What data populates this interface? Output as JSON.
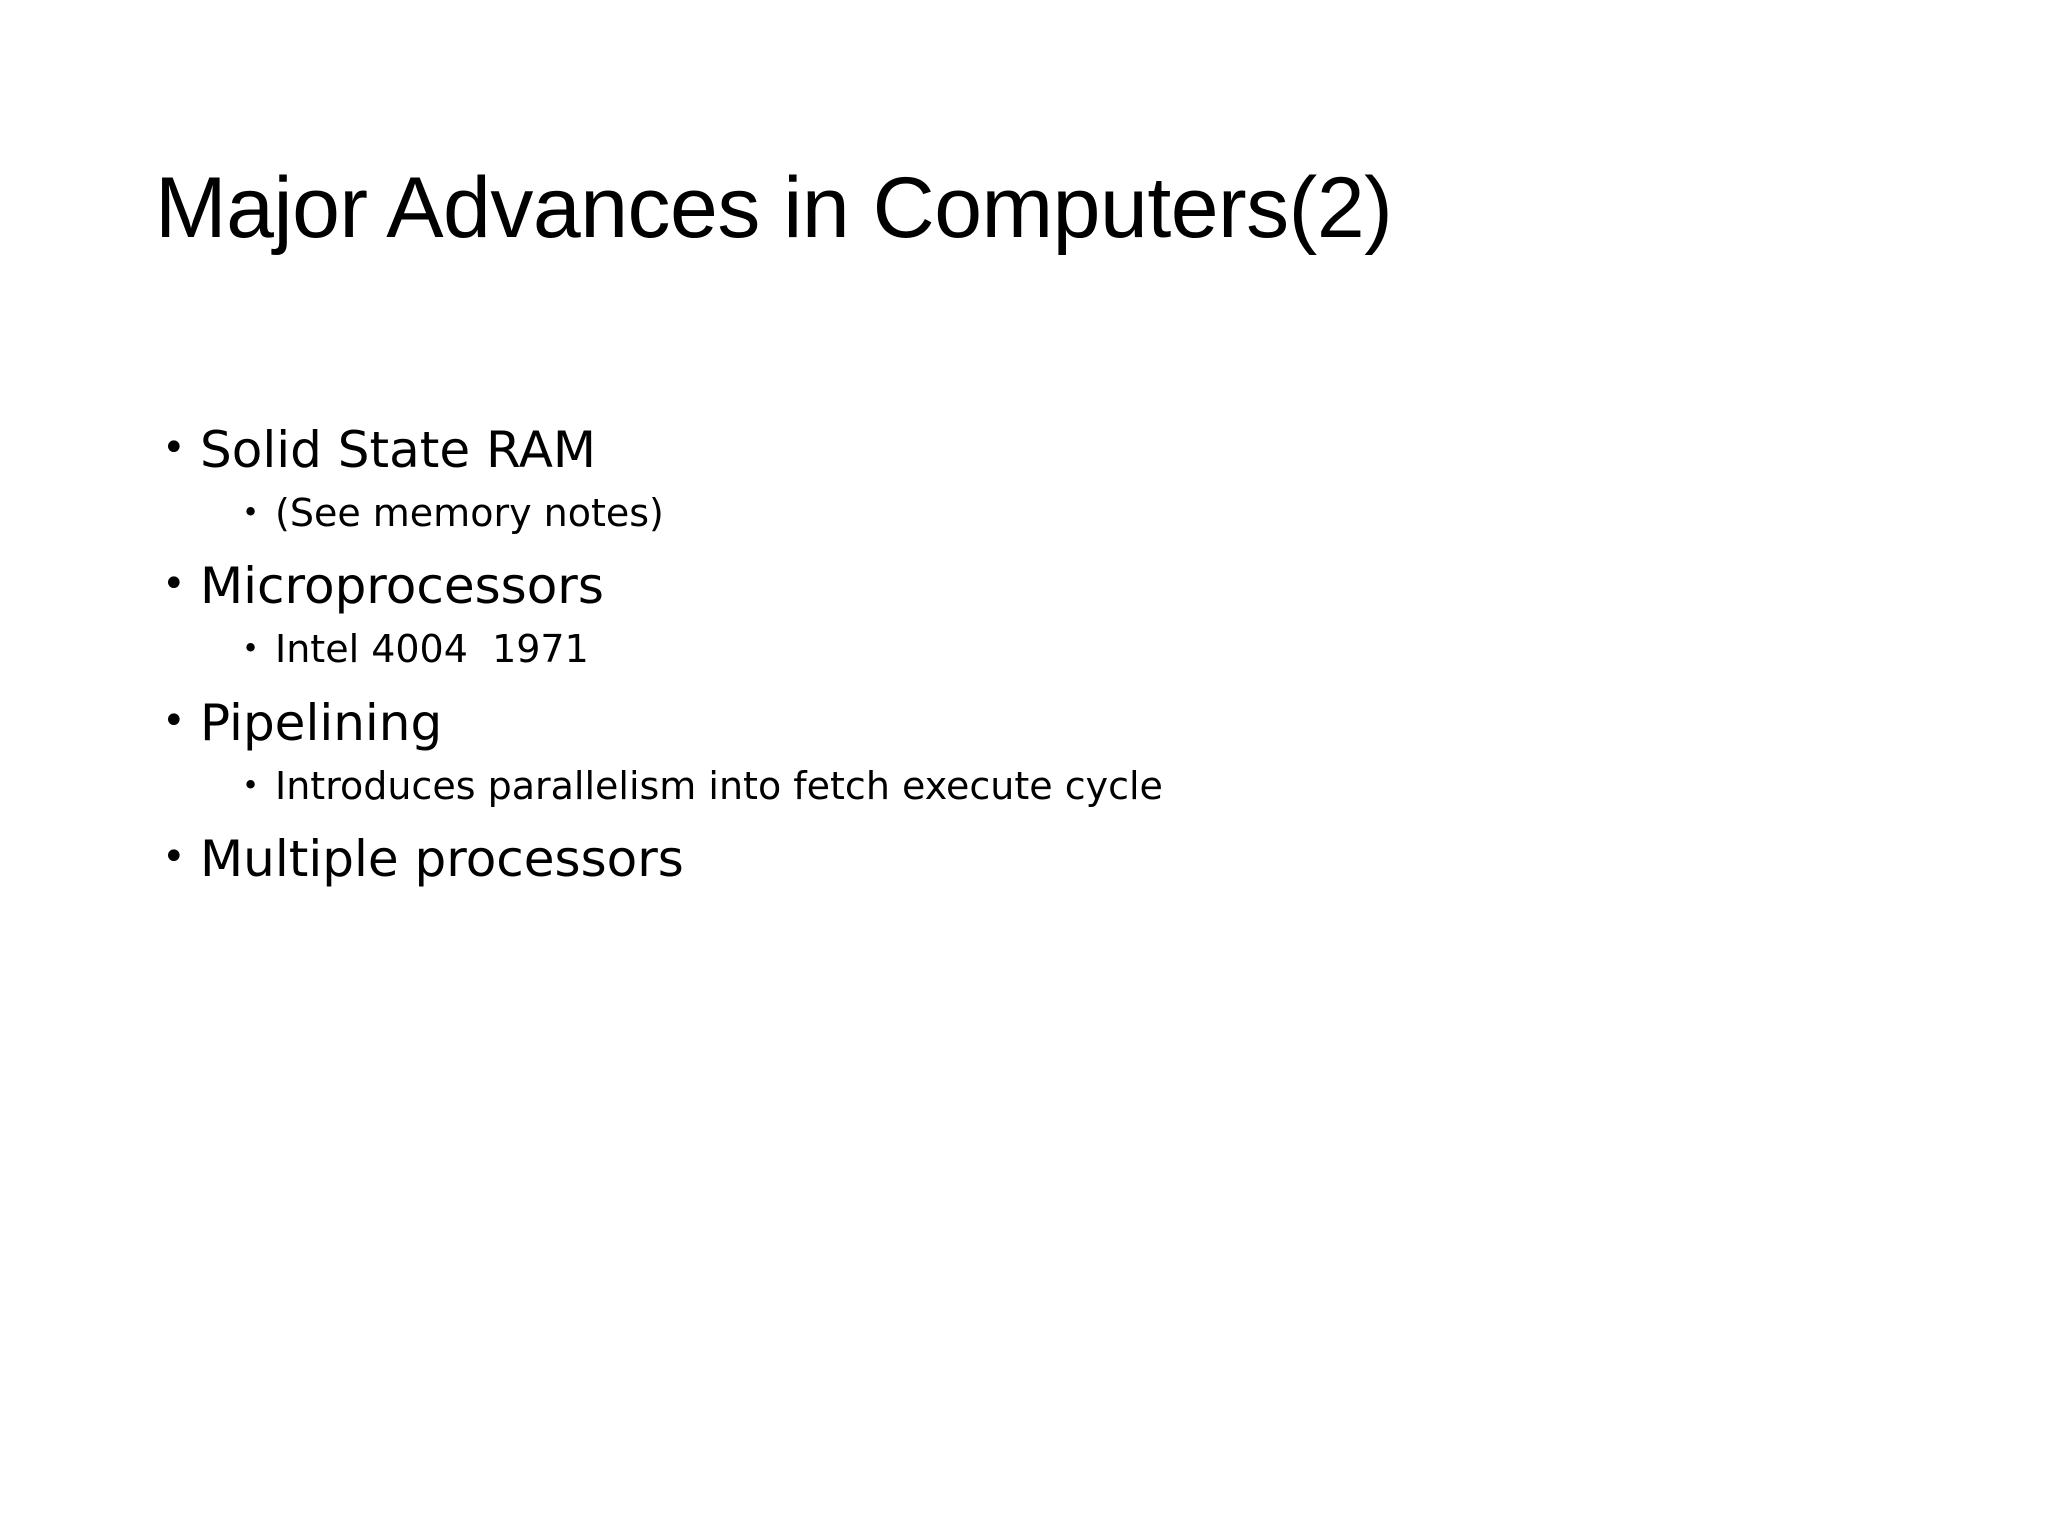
{
  "slide": {
    "background_color": "#FFFFFF",
    "text_color": "#000000",
    "title": "Major Advances in Computers(2)",
    "bullet_glyph": "•",
    "content": [
      {
        "level": 1,
        "text": "Solid State RAM"
      },
      {
        "level": 2,
        "text": "(See memory notes)"
      },
      {
        "level": 1,
        "text": "Microprocessors"
      },
      {
        "level": 2,
        "text": "Intel 4004  1971"
      },
      {
        "level": 1,
        "text": "Pipelining"
      },
      {
        "level": 2,
        "text": "Introduces parallelism into fetch execute cycle"
      },
      {
        "level": 1,
        "text": "Multiple processors"
      }
    ]
  }
}
